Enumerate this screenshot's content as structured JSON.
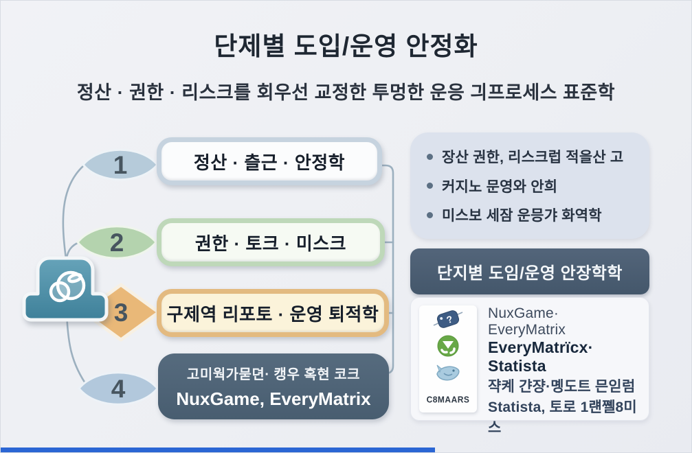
{
  "page": {
    "title": "단제별 도입/운영 안정화",
    "subtitle": "정산 · 권한 · 리스크를 회우선 교정한 투멍한 운응 긔프로세스 표준학"
  },
  "flow": {
    "cloud_icon": "cloud-coins-icon",
    "steps": [
      {
        "number": "1",
        "shape": "leaf",
        "label": "정산 · 츨근 · 안정학"
      },
      {
        "number": "2",
        "shape": "leaf",
        "label": "권한 · 토크 · 미스크"
      },
      {
        "number": "3",
        "shape": "diamond",
        "label": "구제역 리포토 · 운영 퇴적학"
      },
      {
        "number": "4",
        "shape": "leaf",
        "label_line1": "고미웍가묻뎐· 캥우 혹현 코크",
        "label_line2": "NuxGame, EveryMatrix"
      }
    ]
  },
  "right": {
    "bullets": [
      "장산 권한, 리스크럽 적을산 고",
      "커지노 문영와 안희",
      "미스보 세잠 운믕갸 화역학"
    ],
    "panel": {
      "header": "단지볃 도임/운영 안장학학",
      "rows": [
        {
          "icon": "tag-icon",
          "text": "NuxGame· EveryMatrix"
        },
        {
          "icon": "recycle-icon",
          "text": "EveryMatrïcx· Statista"
        },
        {
          "icon": "fish-icon",
          "text": "쟉켸 갼쟝·몡도트 믄읻럼"
        },
        {
          "icon": "cemars-wordmark",
          "logo_text": "C8MAARS",
          "text": "Statista, 토로 1럔쪨8미스"
        }
      ]
    }
  },
  "colors": {
    "background": "#eef0f4",
    "step1": "#c6d3df",
    "step2": "#bed8b9",
    "step3": "#e3ba80",
    "step4": "#4d6174",
    "leaf1": "#b6cbda",
    "leaf2": "#b4d3ae",
    "diamond3": "#e9b878",
    "leaf4": "#b2c8dc",
    "bullets_card": "#dce2ed",
    "panel_header": "#4a5d72",
    "cloud": "#4f94ac",
    "connector": "#9cb0bf",
    "bottom_bar": "#2b66d4"
  }
}
